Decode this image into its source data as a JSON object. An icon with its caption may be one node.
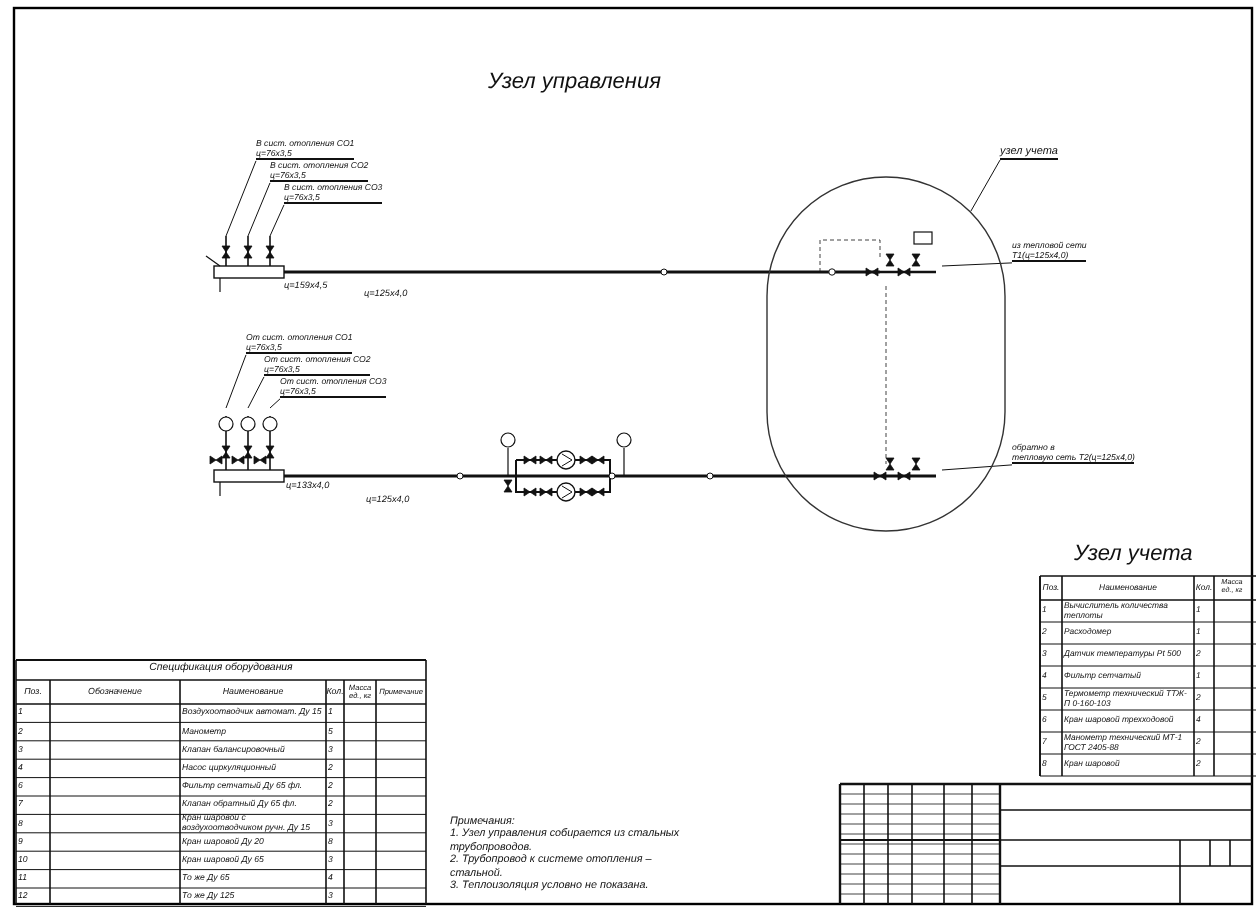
{
  "diagram": {
    "title": "Узел управления",
    "nodes": [
      {
        "text": [
          "В сист. отопления СО1",
          "ц=76х3,5"
        ]
      },
      {
        "text": [
          "В сист. отопления СО2",
          "ц=76х3,5"
        ]
      },
      {
        "text": [
          "В сист. отопления СО3",
          "ц=76х3,5"
        ]
      },
      {
        "text": [
          "От сист. отопления СО1",
          "ц=76х3,5"
        ]
      },
      {
        "text": [
          "От сист. отопления СО2",
          "ц=76х3,5"
        ]
      },
      {
        "text": [
          "От сист. отопления СО3",
          "ц=76х3,5"
        ]
      },
      {
        "text": [
          "узел учета"
        ]
      },
      {
        "text": [],
        "shape": "oval"
      },
      {
        "text": [
          "из тепловой сети",
          "Т1(ц=125х4,0)"
        ]
      },
      {
        "text": [
          "обратно в",
          "тепловую сеть Т2(ц=125х4,0)"
        ]
      }
    ],
    "edges": [
      {
        "from": 0,
        "to": null,
        "arrow": "none"
      },
      {
        "from": 1,
        "to": null,
        "arrow": "none"
      },
      {
        "from": 2,
        "to": null,
        "arrow": "none"
      },
      {
        "from": 3,
        "to": null,
        "arrow": "none"
      },
      {
        "from": 4,
        "to": null,
        "arrow": "none"
      },
      {
        "from": 5,
        "to": null,
        "arrow": "none"
      },
      {
        "from": 6,
        "to": 7,
        "arrow": "none"
      },
      {
        "from": 8,
        "to": 7,
        "arrow": "none"
      },
      {
        "from": 9,
        "to": 7,
        "arrow": "none"
      }
    ],
    "labels": [
      "ц=159х4,5",
      "ц=125х4,0",
      "ц=133х4,0",
      "ц=125х4,0",
      "Узел учета",
      "Спецификация оборудования",
      "Поз.",
      "Обозначение",
      "Наименование",
      "Кол.",
      "Масса ед., кг",
      "Примечание",
      "1",
      "Воздухоотводчик автомат. Ду 15",
      "1",
      "2",
      "Манометр",
      "5",
      "3",
      "Клапан балансировочный",
      "3",
      "4",
      "Насос циркуляционный",
      "2",
      "6",
      "Фильтр сетчатый Ду 65 фл.",
      "2",
      "7",
      "Клапан обратный Ду 65 фл.",
      "2",
      "8",
      "Кран шаровой с воздухоотводчиком ручн. Ду 15",
      "3",
      "9",
      "Кран шаровой Ду 20",
      "8",
      "10",
      "Кран шаровой Ду 65",
      "3",
      "11",
      "То же Ду 65",
      "4",
      "12",
      "То же Ду 125",
      "3",
      "Поз.",
      "Наименование",
      "Кол.",
      "Масса ед., кг",
      "1",
      "Вычислитель количества теплоты",
      "1",
      "2",
      "Расходомер",
      "1",
      "3",
      "Датчик температуры Pt 500",
      "2",
      "4",
      "Фильтр сетчатый",
      "1",
      "5",
      "Термометр технический ТТЖ-П 0-160-103",
      "2",
      "6",
      "Кран шаровой трехходовой",
      "4",
      "7",
      "Манометр технический МТ-1 ГОСТ 2405-88",
      "2",
      "8",
      "Кран шаровой",
      "2",
      "Примечания:",
      "1. Узел управления собирается из стальных трубопроводов.",
      "2. Трубопровод к системе отопления – стальной.",
      "3. Теплоизоляция условно не показана."
    ]
  }
}
